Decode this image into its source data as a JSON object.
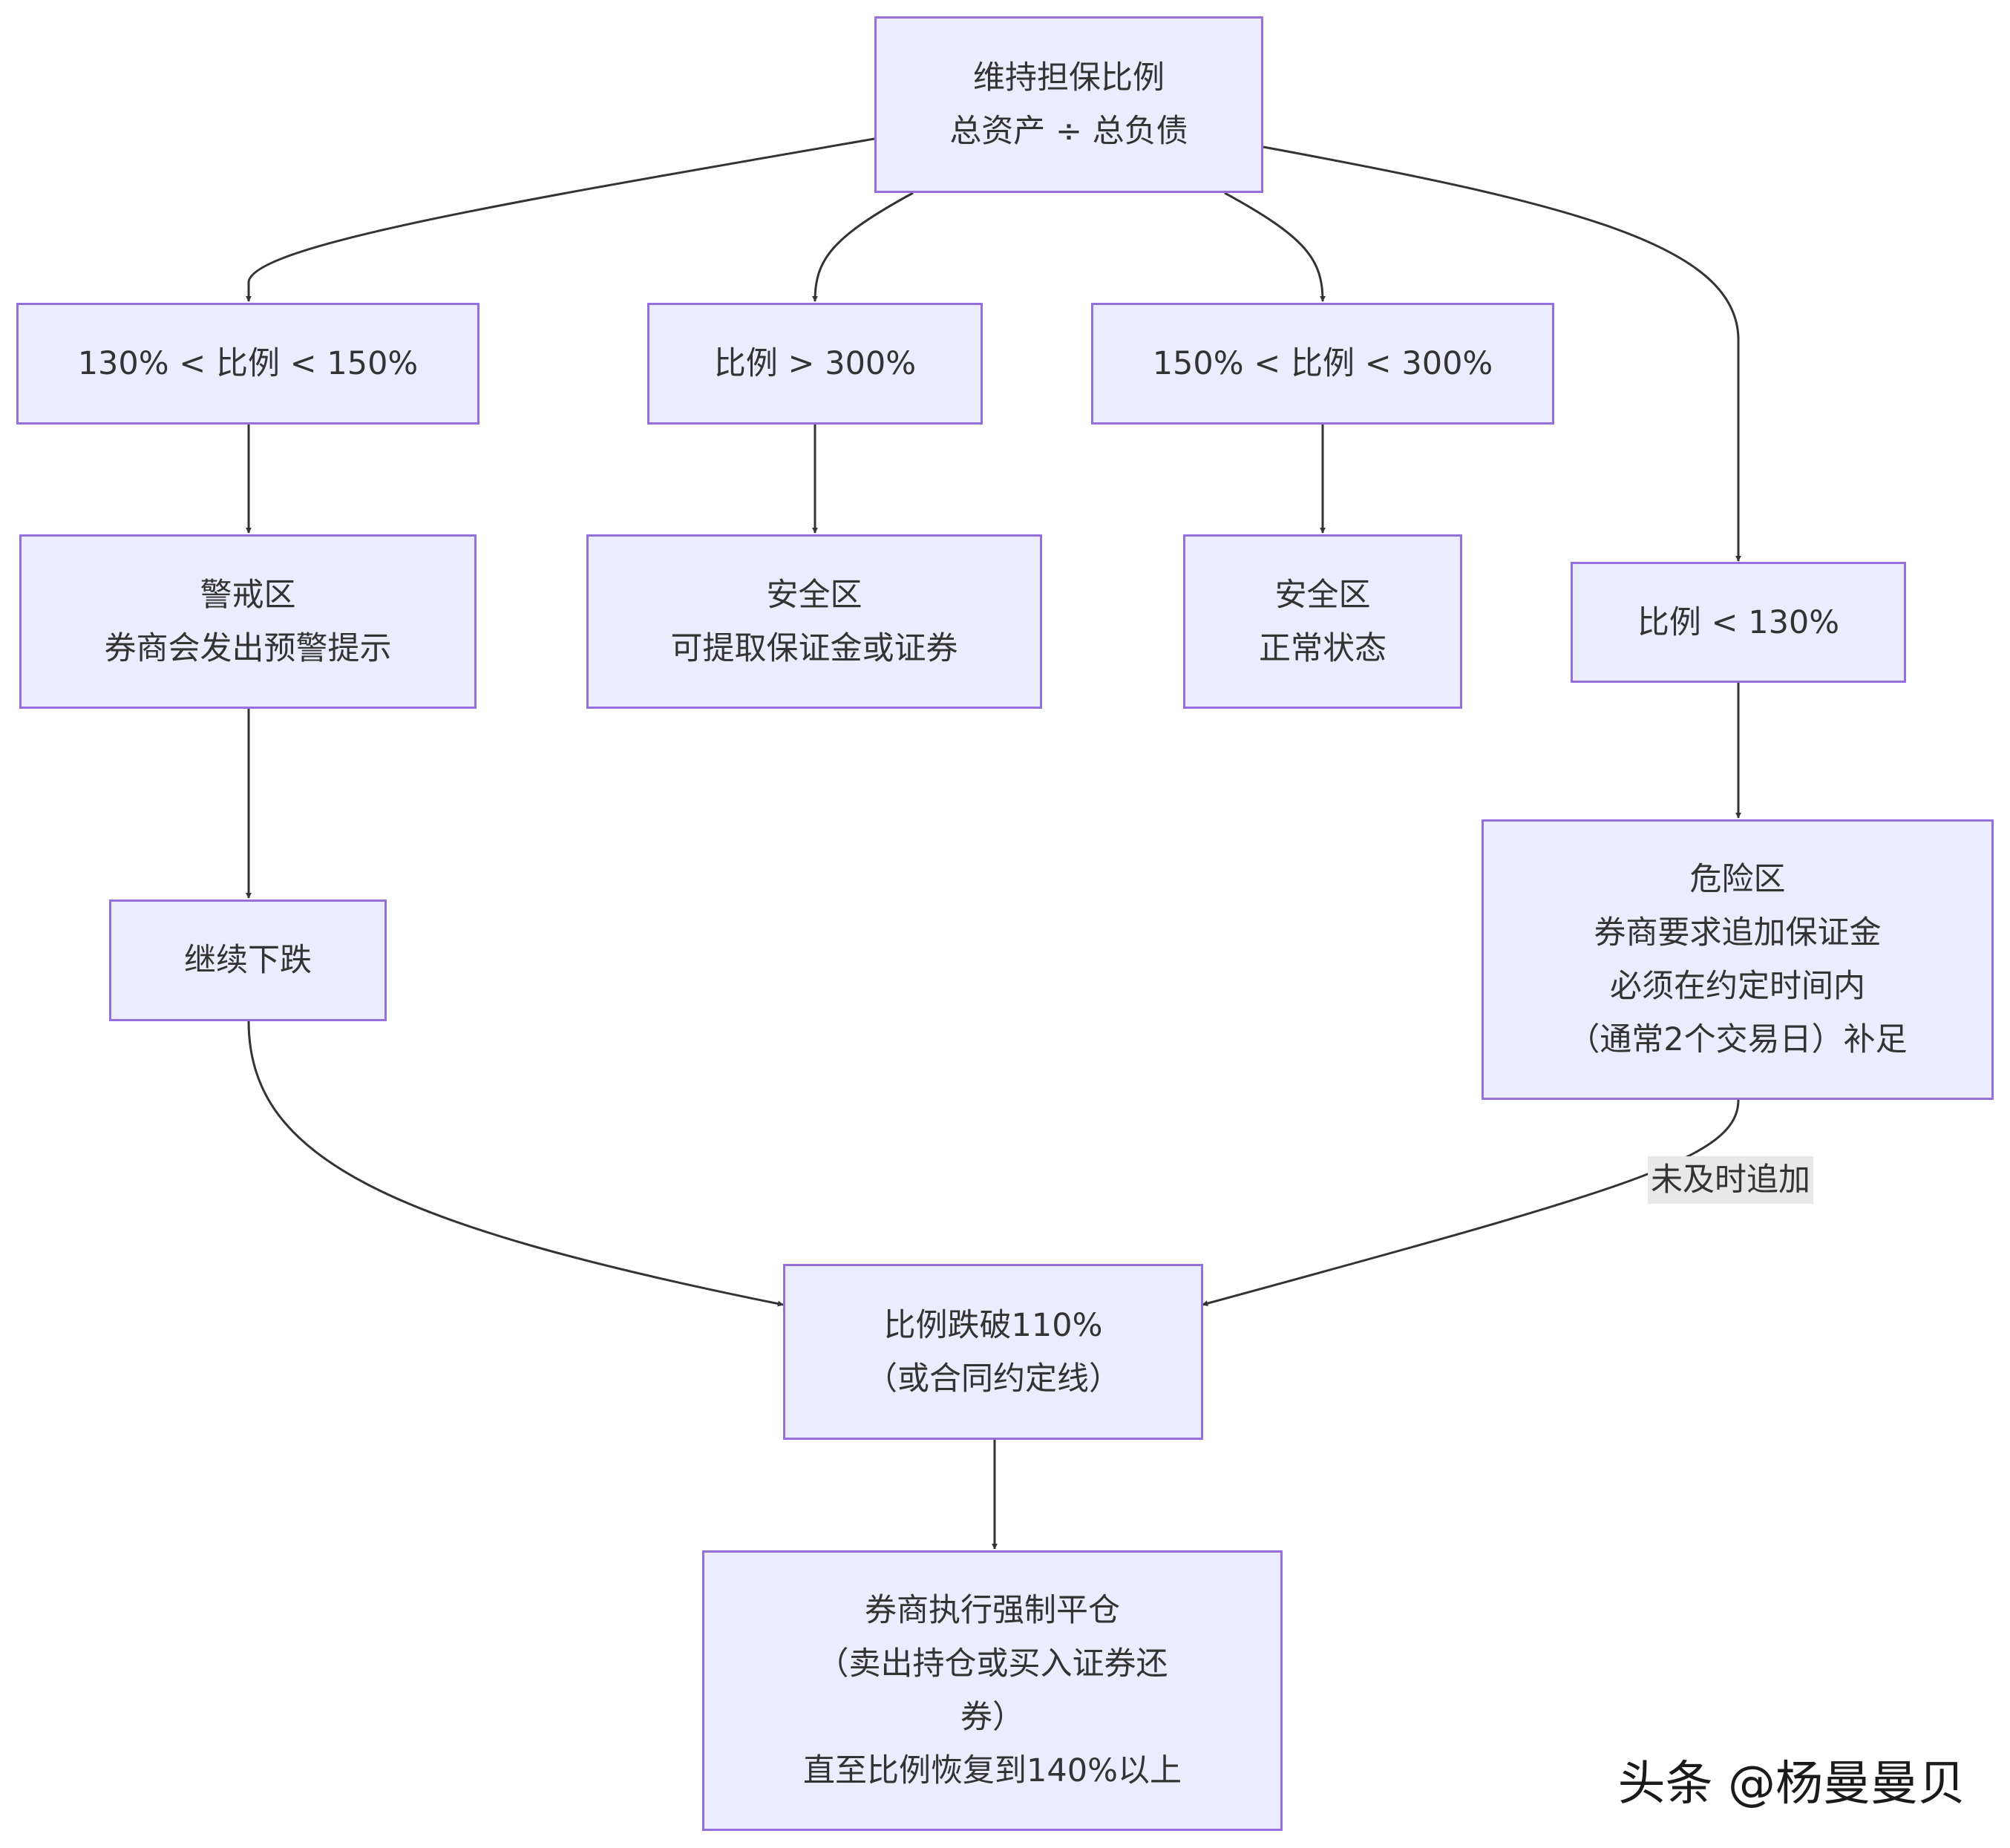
{
  "nodes": {
    "root": [
      "维持担保比例",
      "总资产 ÷ 总负债"
    ],
    "r130_150": [
      "130% < 比例 < 150%"
    ],
    "r300": [
      "比例 > 300%"
    ],
    "r150_300": [
      "150% < 比例 < 300%"
    ],
    "warning": [
      "警戒区",
      "券商会发出预警提示"
    ],
    "safe_withdraw": [
      "安全区",
      "可提取保证金或证券"
    ],
    "safe_normal": [
      "安全区",
      "正常状态"
    ],
    "r_lt130": [
      "比例 < 130%"
    ],
    "danger": [
      "危险区",
      "券商要求追加保证金",
      "必须在约定时间内",
      "（通常2个交易日）补足"
    ],
    "continue_fall": [
      "继续下跌"
    ],
    "break110": [
      "比例跌破110%",
      "（或合同约定线）"
    ],
    "liquidation": [
      "券商执行强制平仓",
      "（卖出持仓或买入证券还",
      "券）",
      "直至比例恢复到140%以上"
    ]
  },
  "edge_labels": {
    "not_in_time": "未及时追加"
  },
  "watermark": "头条 @杨曼曼贝",
  "colors": {
    "node_fill": "#ECECFF",
    "node_stroke": "#9370DB",
    "edge": "#333333",
    "label_bg": "#e8e8e8"
  }
}
